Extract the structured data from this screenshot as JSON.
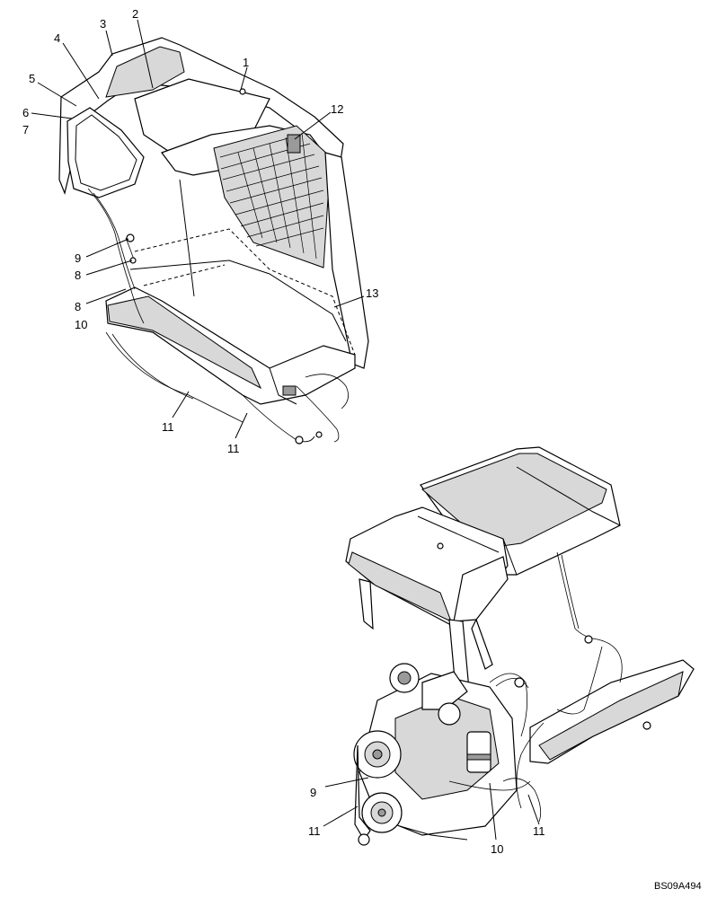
{
  "callouts": {
    "c1": "1",
    "c2": "2",
    "c3": "3",
    "c4": "4",
    "c5": "5",
    "c6": "6",
    "c7": "7",
    "c12": "12",
    "c9_top": "9",
    "c8_top_a": "8",
    "c8_top_b": "8",
    "c10_top": "10",
    "c13": "13",
    "c11_top_a": "11",
    "c11_top_b": "11",
    "c9_bottom": "9",
    "c11_bottom_a": "11",
    "c10_bottom": "10",
    "c11_bottom_b": "11"
  },
  "reference": "BS09A494"
}
